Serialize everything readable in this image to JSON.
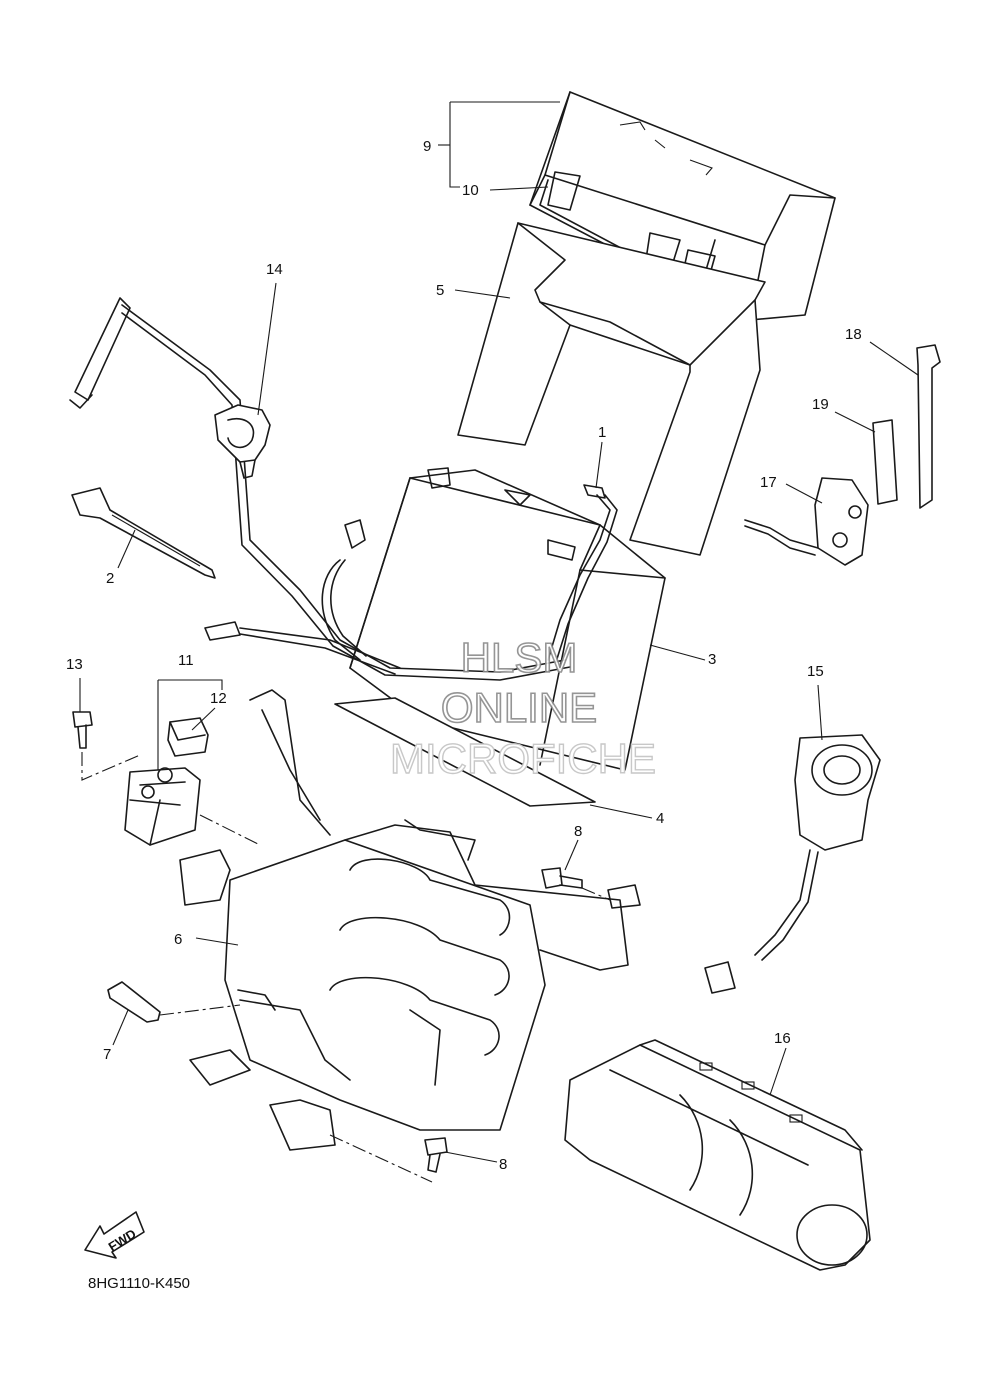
{
  "callouts": {
    "c1": "1",
    "c2": "2",
    "c3": "3",
    "c4": "4",
    "c5": "5",
    "c6": "6",
    "c7": "7",
    "c8a": "8",
    "c8b": "8",
    "c9": "9",
    "c10": "10",
    "c11": "11",
    "c12": "12",
    "c13": "13",
    "c14": "14",
    "c15": "15",
    "c16": "16",
    "c17": "17",
    "c18": "18",
    "c19": "19"
  },
  "watermark": {
    "line1": "HLSM",
    "line2": "ONLINE",
    "line3": "MICROFICHE"
  },
  "direction_arrow": {
    "label": "FWD",
    "icon": "fwd-arrow-icon"
  },
  "diagram_code": "8HG1110-K450"
}
